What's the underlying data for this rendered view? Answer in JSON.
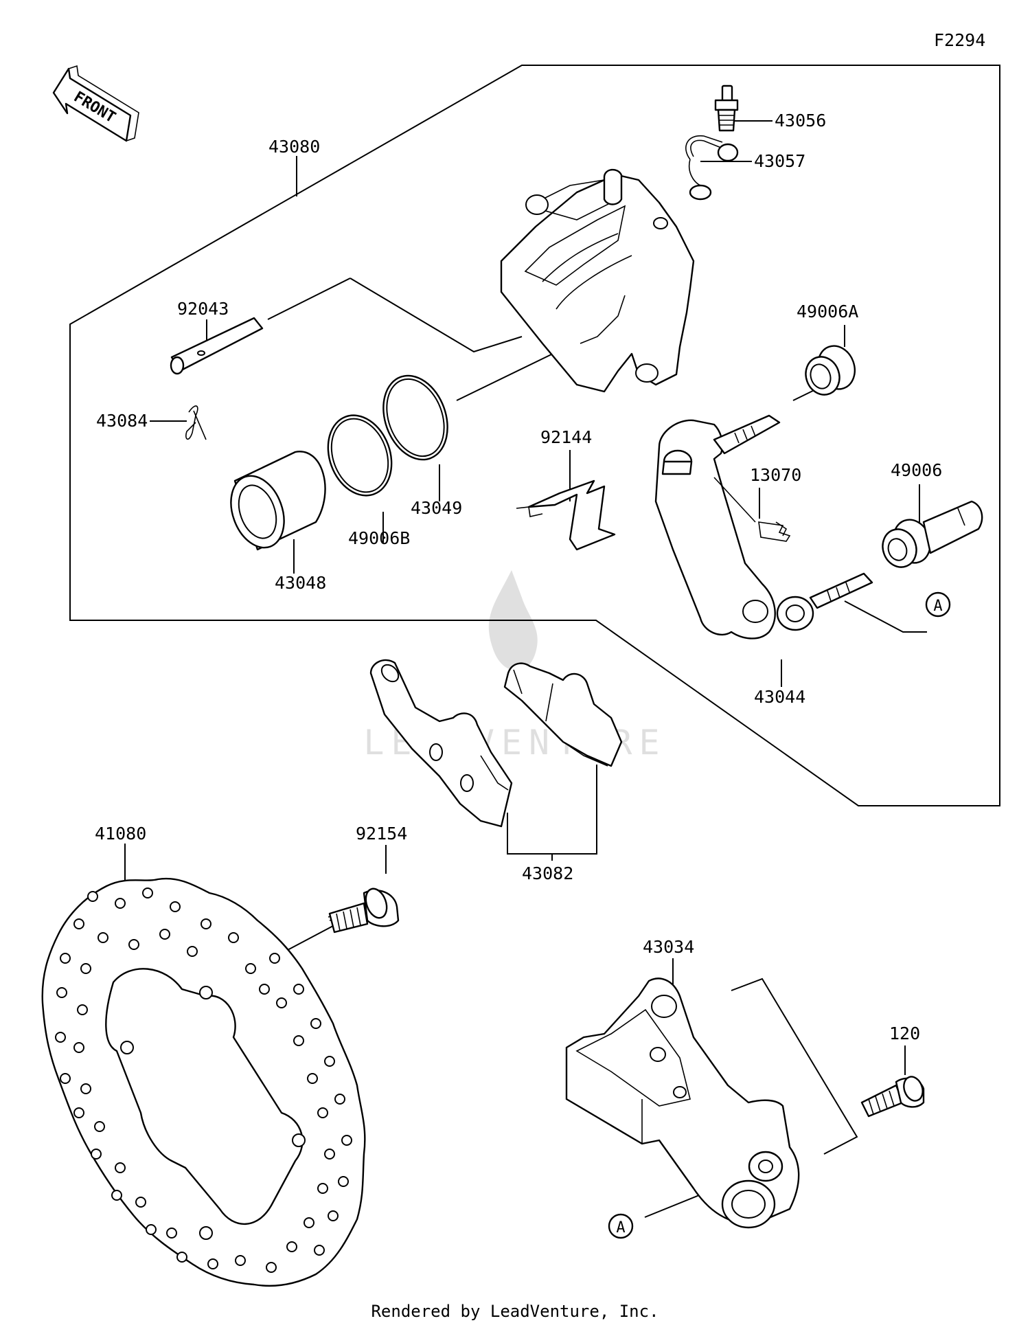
{
  "figure_code": "F2294",
  "front_label": "FRONT",
  "callout_A": "A",
  "watermark": "LEADVENTURE",
  "footer": "Rendered by LeadVenture, Inc.",
  "parts": {
    "p43080": "43080",
    "p43056": "43056",
    "p43057": "43057",
    "p92043": "92043",
    "p49006A": "49006A",
    "p43084": "43084",
    "p92144": "92144",
    "p13070": "13070",
    "p49006": "49006",
    "p43049": "43049",
    "p49006B": "49006B",
    "p43048": "43048",
    "p43044": "43044",
    "p41080": "41080",
    "p92154": "92154",
    "p43082": "43082",
    "p43034": "43034",
    "p120": "120"
  }
}
